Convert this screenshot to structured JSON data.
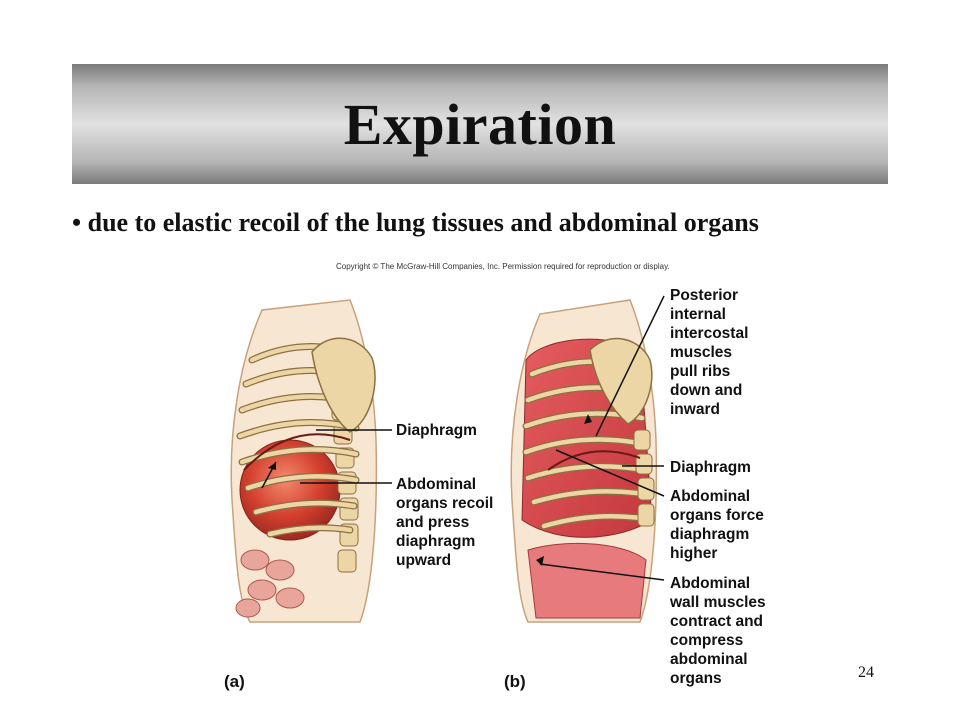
{
  "slide": {
    "title": "Expiration",
    "bullet": "due to elastic recoil of the lung tissues and abdominal organs",
    "page_number": "24"
  },
  "figure": {
    "copyright": "Copyright © The McGraw-Hill Companies, Inc. Permission required for reproduction or display.",
    "panel_a": {
      "tag": "(a)",
      "labels": {
        "diaphragm": "Diaphragm",
        "abdominal_organs": [
          "Abdominal",
          "organs recoil",
          "and press",
          "diaphragm",
          "upward"
        ]
      }
    },
    "panel_b": {
      "tag": "(b)",
      "labels": {
        "posterior_intercostal": [
          "Posterior",
          "internal",
          "intercostal",
          "muscles",
          "pull ribs",
          "down and",
          "inward"
        ],
        "diaphragm": "Diaphragm",
        "abdominal_organs": [
          "Abdominal",
          "organs force",
          "diaphragm",
          "higher"
        ],
        "abdominal_wall": [
          "Abdominal",
          "wall muscles",
          "contract and",
          "compress",
          "abdominal",
          "organs"
        ]
      }
    },
    "colors": {
      "bone": "#ecd6a6",
      "bone_outline": "#8c7042",
      "muscle": "#d7474a",
      "organ": "#cf3a2f",
      "skin": "#f2dcc3"
    }
  }
}
